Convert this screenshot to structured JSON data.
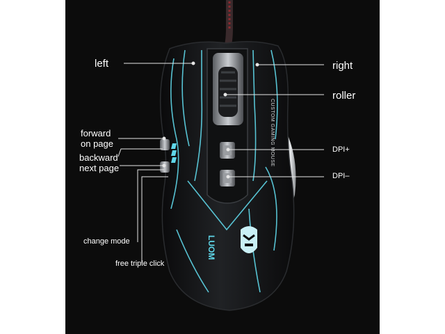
{
  "colors": {
    "background": "#0c0c0c",
    "page": "#ffffff",
    "mouse_body": "#141516",
    "accent_glow": "#5fd6e8",
    "leader_line": "#e6e6e6"
  },
  "product": {
    "side_text": "CUSTOM GAMING MOUSE",
    "brand_text": "LUOM"
  },
  "callouts": {
    "left": "left",
    "right": "right",
    "roller": "roller",
    "forward": "forward\non page",
    "backward": "backward\nnext page",
    "dpi_plus": "DPI+",
    "dpi_minus": "DPI–",
    "change_mode": "change mode",
    "triple_click": "free triple click"
  }
}
